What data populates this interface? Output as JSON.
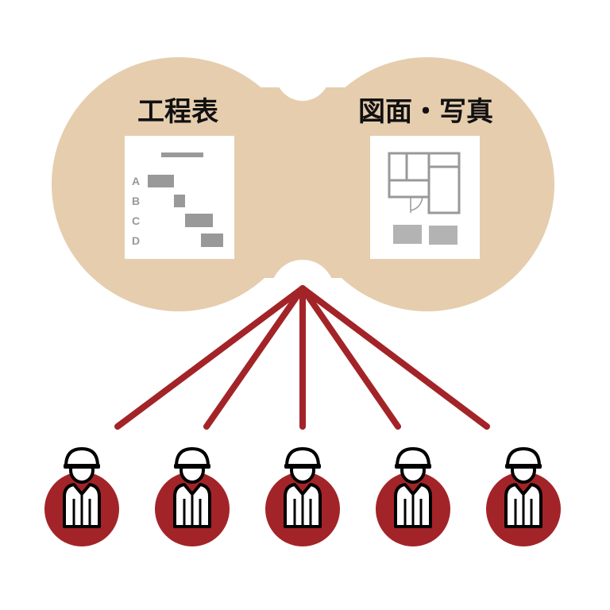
{
  "left_panel": {
    "title": "工程表",
    "rows": [
      "A",
      "B",
      "C",
      "D"
    ]
  },
  "right_panel": {
    "title": "図面・写真"
  },
  "workers": [
    {
      "name": "worker-1"
    },
    {
      "name": "worker-2"
    },
    {
      "name": "worker-3"
    },
    {
      "name": "worker-4"
    },
    {
      "name": "worker-5"
    }
  ],
  "colors": {
    "cloud": "#e5cdae",
    "accent": "#a32428",
    "gray": "#999999",
    "light_gray": "#b3b3b3"
  }
}
